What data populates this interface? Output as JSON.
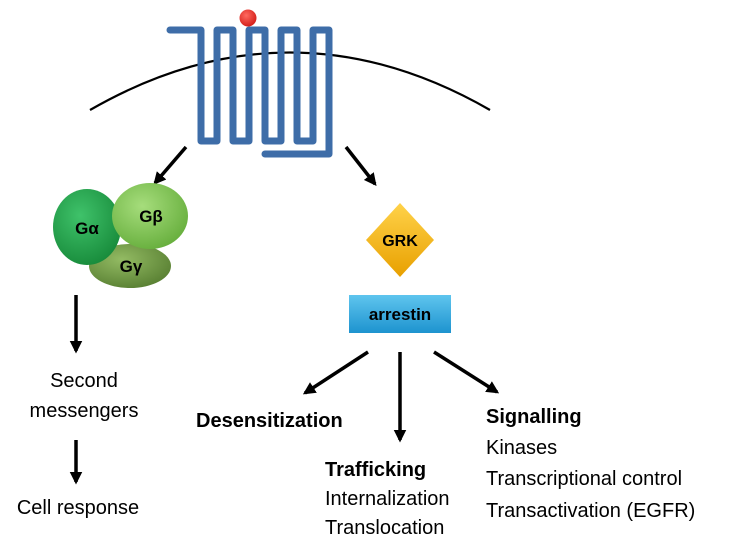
{
  "g_protein": {
    "alpha": "Gα",
    "beta": "Gβ",
    "gamma": "Gγ"
  },
  "g_path": {
    "second_messengers_line1": "Second",
    "second_messengers_line2": "messengers",
    "cell_response": "Cell response"
  },
  "arrestin_path": {
    "grk": "GRK",
    "arrestin": "arrestin",
    "desensitization": "Desensitization",
    "trafficking": {
      "title": "Trafficking",
      "items": [
        "Internalization",
        "Translocation"
      ]
    },
    "signalling": {
      "title": "Signalling",
      "items": [
        "Kinases",
        "Transcriptional control",
        "Transactivation (EGFR)"
      ]
    }
  },
  "colors": {
    "receptor": "#3e6da8",
    "ligand": "#e53530",
    "g_alpha": "#1f9c45",
    "g_beta": "#78c04a",
    "g_gamma": "#6e9540",
    "grk": "#f3b312",
    "arrestin": "#2aa6df"
  }
}
